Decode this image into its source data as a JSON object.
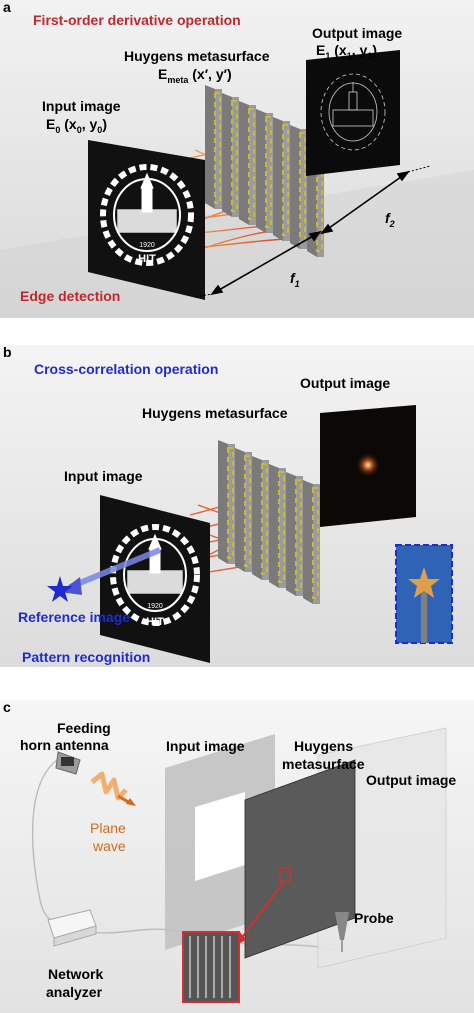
{
  "panels": {
    "a": {
      "letter": "a",
      "title": "First-order derivative operation",
      "metasurface_label": "Huygens metasurface",
      "metasurface_field": "E",
      "metasurface_field_sub": "meta",
      "metasurface_field_args": " (x′, y′)",
      "input_label": "Input image",
      "input_field": "E",
      "input_field_sub": "0",
      "input_field_args": " (x",
      "input_field_args_sub1": "0",
      "input_field_args_mid": ", y",
      "input_field_args_sub2": "0",
      "input_field_args_end": ")",
      "output_label": "Output image",
      "output_field": "E",
      "output_field_sub": "1",
      "output_field_args": " (x",
      "output_field_args_sub1": "1",
      "output_field_args_mid": ", y",
      "output_field_args_sub2": "1",
      "output_field_args_end": ")",
      "f1": "f",
      "f1_sub": "1",
      "f2": "f",
      "f2_sub": "2",
      "footer": "Edge detection",
      "logo_year": "1920",
      "logo_text": "HIT"
    },
    "b": {
      "letter": "b",
      "title": "Cross-correlation operation",
      "output_label": "Output image",
      "metasurface_label": "Huygens metasurface",
      "input_label": "Input image",
      "reference_label": "Reference image",
      "footer": "Pattern recognition",
      "logo_year": "1920",
      "logo_text": "HIT"
    },
    "c": {
      "letter": "c",
      "feeding_label_1": "Feeding",
      "feeding_label_2": "horn antenna",
      "input_label": "Input image",
      "metasurface_label_1": "Huygens",
      "metasurface_label_2": "metasurface",
      "output_label": "Output image",
      "plane_wave_1": "Plane",
      "plane_wave_2": "wave",
      "probe_label": "Probe",
      "network_label_1": "Network",
      "network_label_2": "analyzer"
    }
  },
  "colors": {
    "title_red": "#c0282d",
    "title_blue": "#1f2bd0",
    "plane_wave": "#d46b1b",
    "panel_bg": "#e9e9e9",
    "metasurface_gold": "#c8b840"
  }
}
